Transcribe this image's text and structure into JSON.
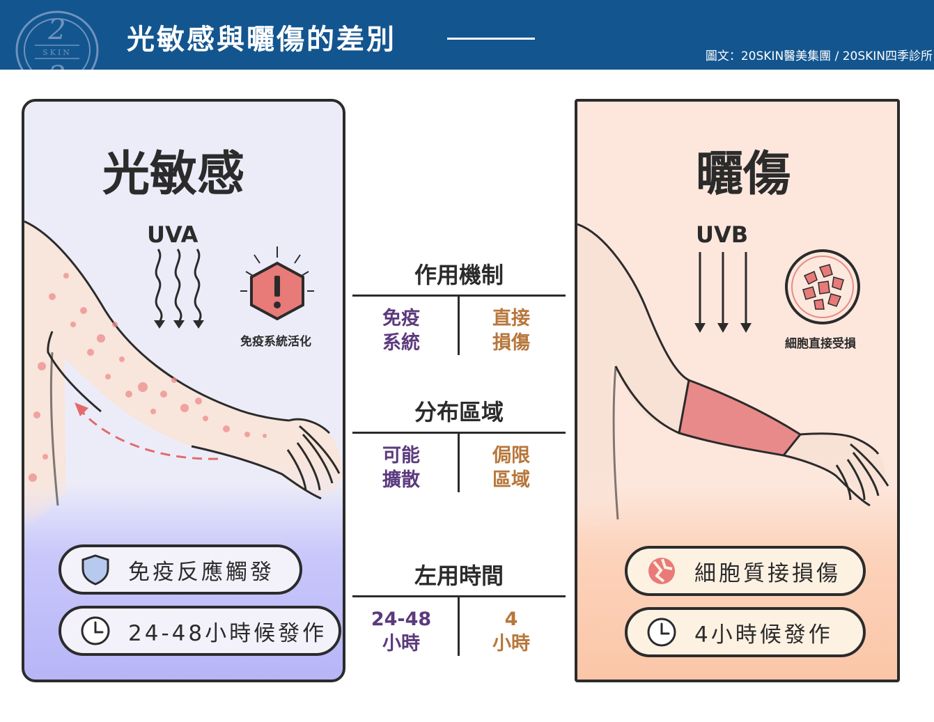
{
  "header": {
    "logo_text": "SKIN",
    "logo_numeral": "2",
    "title": "光敏感與曬傷的差別",
    "credit": "圖文：20SKIN醫美集團 / 20SKIN四季診所"
  },
  "left": {
    "title": "光敏感",
    "uv": "UVA",
    "icon_caption": "免疫系統活化",
    "pill1": "免疫反應觸發",
    "pill2": "24-48小時候發作"
  },
  "right": {
    "title": "曬傷",
    "uv": "UVB",
    "icon_caption": "細胞直接受損",
    "pill1": "細胞質接損傷",
    "pill2": "4小時候發作"
  },
  "comparison": [
    {
      "heading": "作用機制",
      "left": [
        "免疫",
        "系統"
      ],
      "right": [
        "直接",
        "損傷"
      ]
    },
    {
      "heading": "分布區域",
      "left": [
        "可能",
        "擴散"
      ],
      "right": [
        "侷限",
        "區域"
      ]
    },
    {
      "heading": "左用時間",
      "left": [
        "24-48",
        "小時"
      ],
      "right": [
        "4",
        "小時"
      ]
    }
  ],
  "colors": {
    "header_bg": "#13558f",
    "left_panel": "#ececf9",
    "right_panel": "#fde7dd",
    "left_accent": "#5b3a7d",
    "right_accent": "#b7763b",
    "burn": "#e88a89"
  }
}
